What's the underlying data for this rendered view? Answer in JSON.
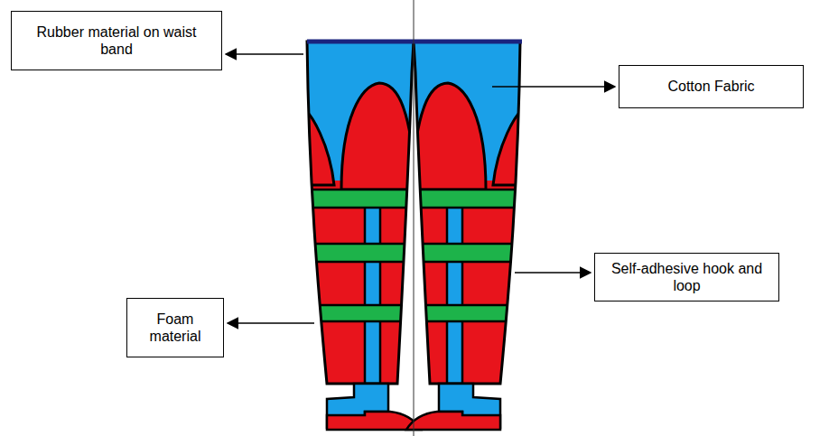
{
  "diagram": {
    "nodes": [
      {
        "text": [
          "Rubber material on waist band"
        ]
      },
      {
        "text": [
          "Cotton Fabric"
        ]
      },
      {
        "text": [
          "Self-adhesive hook and loop"
        ]
      },
      {
        "text": [
          "Foam material"
        ]
      }
    ]
  }
}
